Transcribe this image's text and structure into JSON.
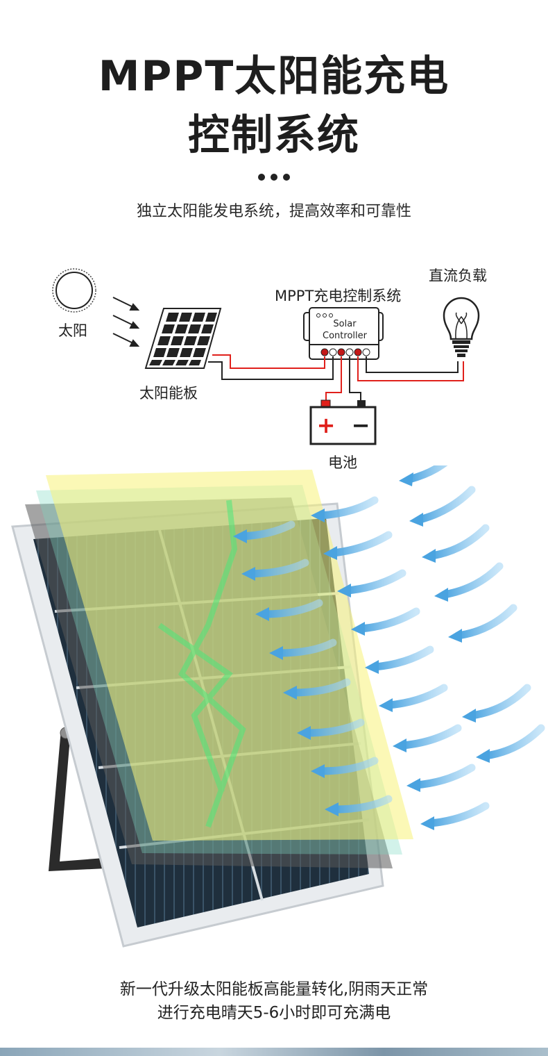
{
  "header": {
    "title_line1": "MPPT太阳能充电",
    "title_line2": "控制系统",
    "subtitle": "独立太阳能发电系统，提高效率和可靠性"
  },
  "diagram": {
    "sun_label": "太阳",
    "panel_label": "太阳能板",
    "controller_label": "MPPT充电控制系统",
    "controller_text_line1": "Solar",
    "controller_text_line2": "Controller",
    "load_label": "直流负载",
    "battery_label": "电池",
    "battery_plus": "+",
    "battery_minus": "−"
  },
  "footer": {
    "line1": "新一代升级太阳能板高能量转化,阴雨天正常",
    "line2": "进行充电晴天5-6小时即可充满电"
  },
  "colors": {
    "wire_red": "#e0201b",
    "arrow_blue": "#5aaee6",
    "highlight_yellow": "#f7f37a"
  }
}
